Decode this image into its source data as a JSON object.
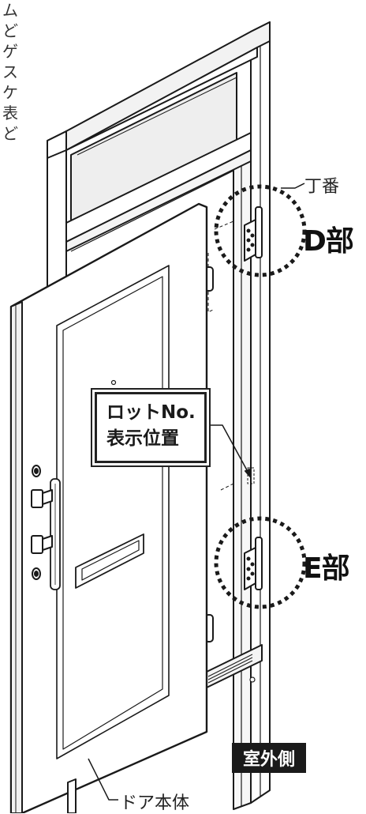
{
  "side_text": [
    "ム",
    "ど",
    "ゲ",
    "ス",
    "ケ",
    "表",
    "ど"
  ],
  "labels": {
    "hinge": "丁番",
    "part_d": "D部",
    "part_e": "E部",
    "lot_line1": "ロットNo.",
    "lot_line2": "表示位置",
    "outside": "室外側",
    "door_body": "ドア本体"
  },
  "colors": {
    "line": "#1a1a1a",
    "glass": "#eeeeee",
    "frame": "#ffffff",
    "badge": "#1a1a1a"
  }
}
